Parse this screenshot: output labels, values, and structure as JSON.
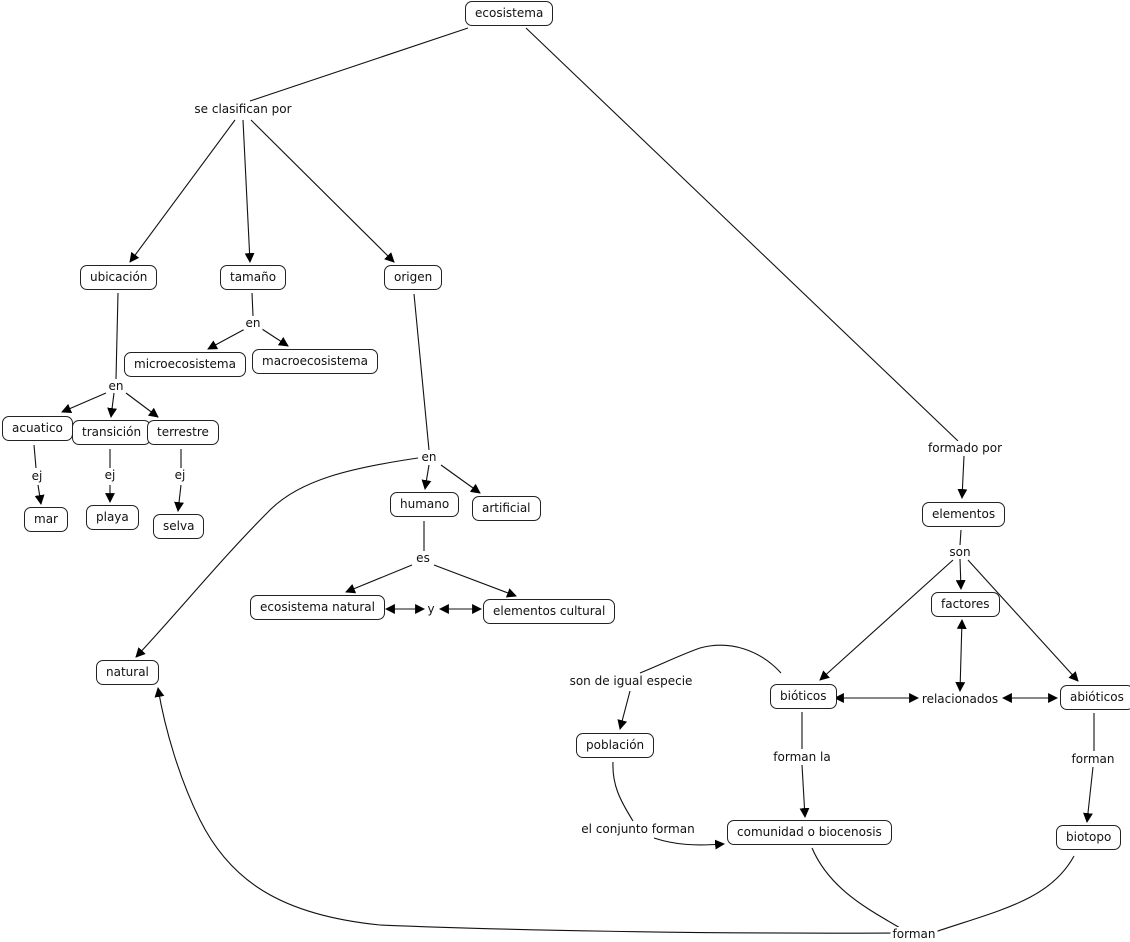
{
  "title": "ecosistema",
  "concepts": {
    "ecosistema": "ecosistema",
    "ubicacion": "ubicación",
    "tamano": "tamaño",
    "origen": "origen",
    "microecosistema": "microecosistema",
    "macroecosistema": "macroecosistema",
    "acuatico": "acuatico",
    "transicion": "transición",
    "terrestre": "terrestre",
    "mar": "mar",
    "playa": "playa",
    "selva": "selva",
    "humano": "humano",
    "artificial": "artificial",
    "ecosistema_natural": "ecosistema natural",
    "elementos_cultural": "elementos cultural",
    "natural": "natural",
    "elementos": "elementos",
    "factores": "factores",
    "bioticos": "bióticos",
    "abioticos": "abióticos",
    "poblacion": "población",
    "comunidad": "comunidad o biocenosis",
    "biotopo": "biotopo"
  },
  "phrases": {
    "se_clasifican_por": "se clasifican por",
    "en_tamano": "en",
    "en_ubicacion": "en",
    "ej_acuatico": "ej",
    "ej_transicion": "ej",
    "ej_terrestre": "ej",
    "en_origen": "en",
    "es": "es",
    "y": "y",
    "formado_por": "formado por",
    "son": "son",
    "relacionados": "relacionados",
    "son_de_igual_especie": "son de igual especie",
    "forman_la": "forman la",
    "forman_abioticos": "forman",
    "el_conjunto_forman": "el conjunto forman",
    "forman_final": "forman"
  }
}
